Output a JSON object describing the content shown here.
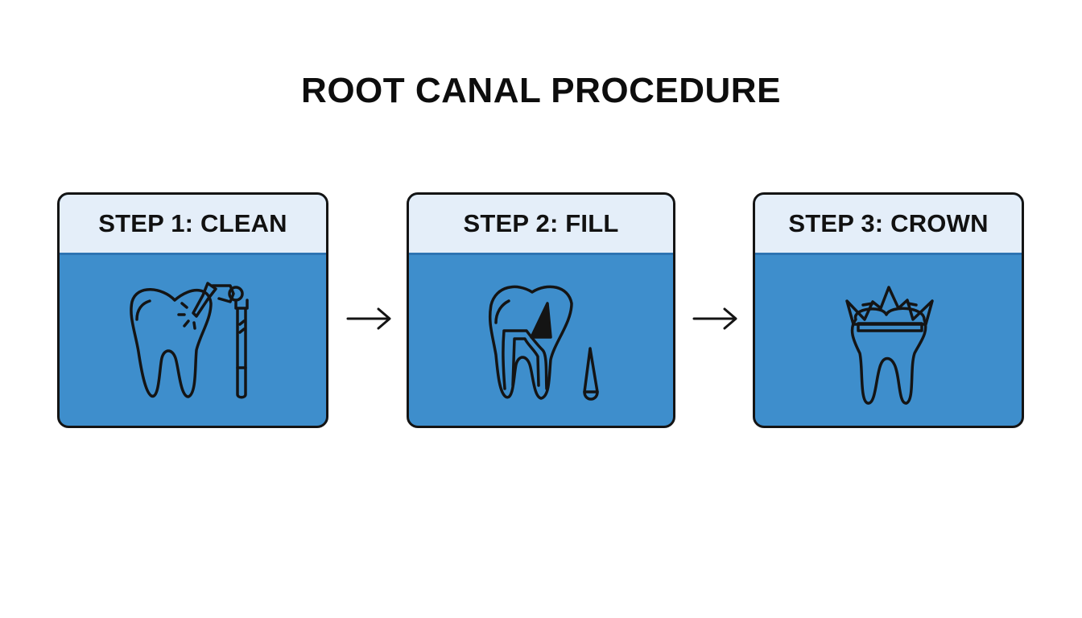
{
  "title": "ROOT CANAL PROCEDURE",
  "steps": [
    {
      "label": "STEP 1: CLEAN",
      "icon": "tooth-with-dental-drill-icon"
    },
    {
      "label": "STEP 2: FILL",
      "icon": "tooth-with-filled-canal-icon"
    },
    {
      "label": "STEP 3: CROWN",
      "icon": "tooth-with-crown-icon"
    }
  ],
  "connector_icon": "arrow-right-icon",
  "colors": {
    "background": "#ffffff",
    "card_body": "#3e8ecc",
    "card_header": "#e4eef9",
    "outline": "#141414",
    "text": "#111111"
  }
}
